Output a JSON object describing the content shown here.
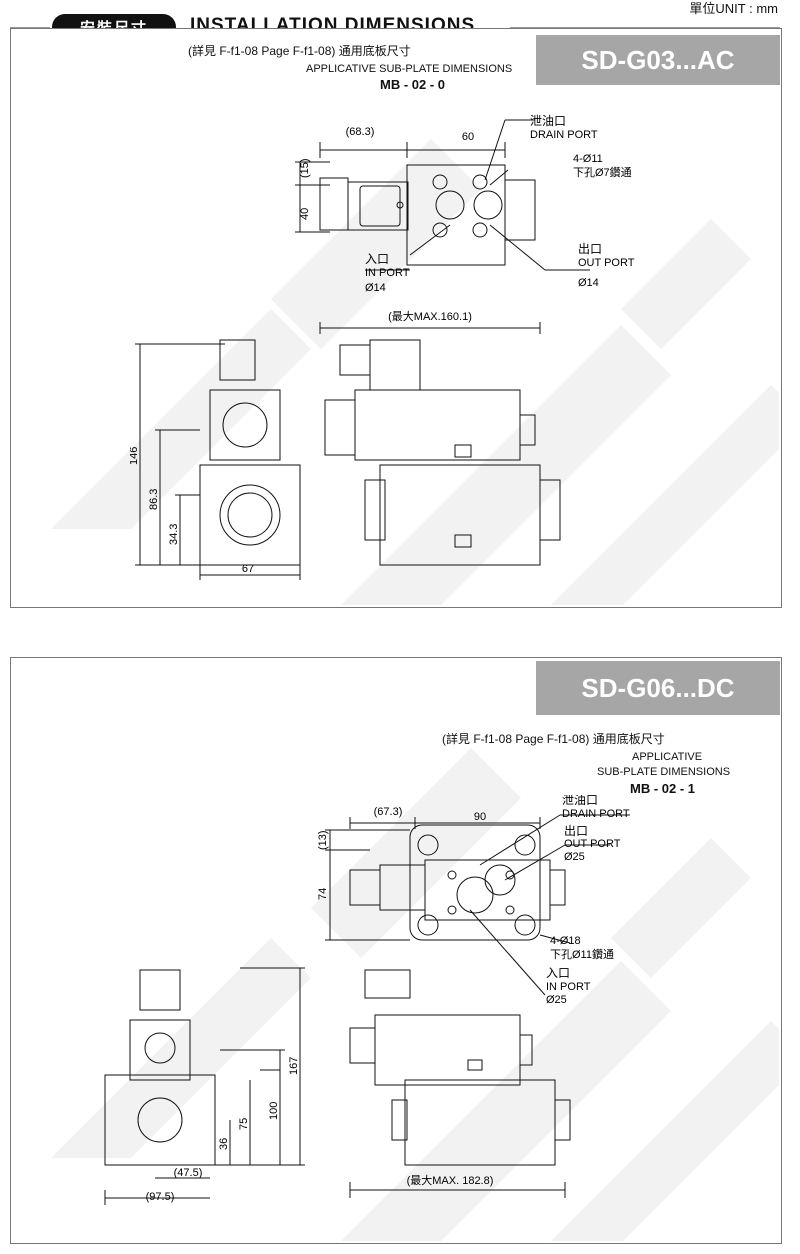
{
  "header": {
    "unit_text": "單位UNIT : mm",
    "badge": "安裝尺寸",
    "title": "INSTALLATION DIMENSIONS"
  },
  "section1": {
    "model": "SD-G03...AC",
    "subplate_ref": "(詳見 F-f1-08  Page F-f1-08) 通用底板尺寸",
    "subplate_en": "APPLICATIVE SUB-PLATE DIMENSIONS",
    "subplate_model": "MB - 02 - 0",
    "dims": {
      "d68": "(68.3)",
      "d60": "60",
      "d15": "(15)",
      "d40": "40",
      "max": "(最大MAX.160.1)",
      "d146": "146",
      "d86": "86.3",
      "d34": "34.3",
      "d67": "67"
    },
    "labels": {
      "drain_cn": "泄油口",
      "drain_en": "DRAIN PORT",
      "holes": "4-Ø11",
      "holes_cn": "下孔Ø7鑽通",
      "in_cn": "入口",
      "in_en": "IN PORT",
      "in_d": "Ø14",
      "out_cn": "出口",
      "out_en": "OUT PORT",
      "out_d": "Ø14"
    }
  },
  "section2": {
    "model": "SD-G06...DC",
    "subplate_ref": "(詳見 F-f1-08  Page F-f1-08) 通用底板尺寸",
    "subplate_en1": "APPLICATIVE",
    "subplate_en2": "SUB-PLATE DIMENSIONS",
    "subplate_model": "MB - 02 - 1",
    "dims": {
      "d67": "(67.3)",
      "d90": "90",
      "d13": "(13)",
      "d74": "74",
      "d167": "167",
      "d100": "100",
      "d75": "75",
      "d36": "36",
      "d47": "(47.5)",
      "d97": "(97.5)",
      "max": "(最大MAX. 182.8)"
    },
    "labels": {
      "drain_cn": "泄油口",
      "drain_en": "DRAIN PORT",
      "out_cn": "出口",
      "out_en": "OUT PORT",
      "out_d": "Ø25",
      "holes": "4-Ø18",
      "holes_cn": "下孔Ø11鑽通",
      "in_cn": "入口",
      "in_en": "IN PORT",
      "in_d": "Ø25"
    }
  }
}
